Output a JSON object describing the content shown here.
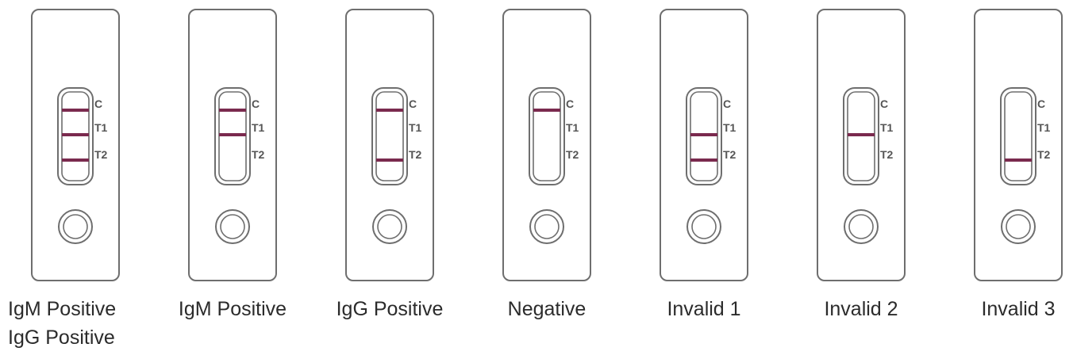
{
  "colors": {
    "outline": "#6e6e6e",
    "band": "#7a2a4e",
    "text": "#2b2b2b",
    "background": "#ffffff"
  },
  "line_labels": [
    "C",
    "T1",
    "T2"
  ],
  "cassettes": [
    {
      "id": "igm-igg-positive",
      "caption": [
        "IgM Positive",
        "IgG Positive"
      ],
      "bands": {
        "C": true,
        "T1": true,
        "T2": true
      }
    },
    {
      "id": "igm-positive",
      "caption": [
        "IgM Positive"
      ],
      "bands": {
        "C": true,
        "T1": true,
        "T2": false
      }
    },
    {
      "id": "igg-positive",
      "caption": [
        "IgG Positive"
      ],
      "bands": {
        "C": true,
        "T1": false,
        "T2": true
      }
    },
    {
      "id": "negative",
      "caption": [
        "Negative"
      ],
      "bands": {
        "C": true,
        "T1": false,
        "T2": false
      }
    },
    {
      "id": "invalid-1",
      "caption": [
        "Invalid 1"
      ],
      "bands": {
        "C": false,
        "T1": true,
        "T2": true
      }
    },
    {
      "id": "invalid-2",
      "caption": [
        "Invalid 2"
      ],
      "bands": {
        "C": false,
        "T1": true,
        "T2": false
      }
    },
    {
      "id": "invalid-3",
      "caption": [
        "Invalid 3"
      ],
      "bands": {
        "C": false,
        "T1": false,
        "T2": true
      }
    }
  ]
}
